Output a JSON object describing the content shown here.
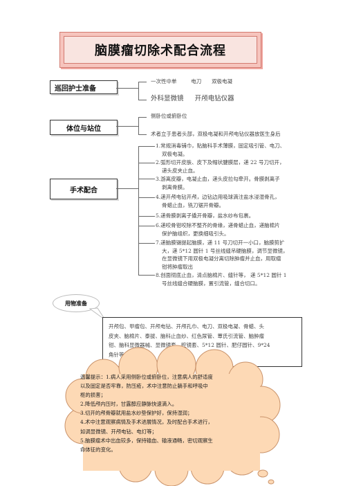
{
  "title": "脑膜瘤切除术配合流程",
  "sections": {
    "prep": "巡回护士准备",
    "position": "体位与站位",
    "surgery": "手术配合"
  },
  "prep_items": [
    "一次性中单",
    "电刀",
    "双极电凝",
    "外科显微镜",
    "开颅电钻仪器"
  ],
  "position_items": [
    "侧卧位或俯卧位",
    "术者立于患者头部，双极电凝和开颅电钻仪器放医生身后"
  ],
  "steps": [
    [
      "1.常规消毒铺巾，贴脑科手术薄膜，固定吸引管、电刀、",
      "双极电凝。"
    ],
    [
      "2.弧形切开皮肤、皮下及帽状腱膜层，递 22 号刀切开，",
      "递头皮夹止血。"
    ],
    [
      "3.游离皮瓣，电凝止血，递头皮拉勾牵开。骨膜剥离子",
      "剥离骨膜。"
    ],
    [
      "4.递开颅电钻开颅，边钻边用吸球滴注盐水浸湿骨孔，",
      "骨蜡止血，铣刀锯开骨瓣。"
    ],
    [
      "5.递骨膜剥离子撬开骨瓣，盐水纱布包裹。"
    ],
    [
      "6.递咬骨钳咬除不整齐的骨缘，递骨蜡止血，递脑棉片",
      "保护脑组织，更换细吸引头。"
    ],
    [
      "7.递脑膜镊提起脑膜，递 11 号刀切开一小口，脑膜剪扩",
      "大，递 5*12 圆针 1 号丝线缝吊硬脑膜，调节显微镜，",
      "在显微镜下用双极电凝分离切除肿瘤并止血，用取瘤",
      "钳将肿瘤取出"
    ],
    [
      "8.创面彻底止血，清点脑棉片、缝针等， 递 5*12 圆针 1",
      "号丝线缝合硬脑膜，置引流管，缝合切口。"
    ]
  ],
  "equipment": {
    "label": "用物准备",
    "lines": [
      "开颅包、甲瘤包、开颅电钻、开颅孔巾、电刀、双极电凝、骨蜡、头",
      "皮夹、脑棉片、泰拔、脑科止血纱、红色尿管、蕈氏引流管、脑肿瘤",
      "钳、脑科显微器械、显微镜套、腔镜套、5*12 圆针、肥仔圆针、9*24",
      "角针等"
    ]
  },
  "tips": [
    "温馨提示：1.病人采用侧卧位或俯卧位，注意病人的舒适度",
    "以及固定是否牢靠，防压疮，术中注意防止躺手和呼吸中",
    "枢的损害；",
    "2.降低颅内压时，甘露醇应静脉快速滴入。",
    "3.切开的颅骨瓣就用盐水纱垫保护好，保持湿润；",
    "4.术中注意观察病情及手术进展情况，及时配合手术进行，",
    "如调显微镜、开颅电钻、电灯等；",
    "5.脑膜瘤术中出血较多，保持输血、输液通畅，密切观察生",
    "命体征的变化。"
  ],
  "colors": {
    "title_fill": "#f6c4bd",
    "title_border": "#d27a70",
    "cloud_fill": "#fdd9b5",
    "cloud_stroke": "#c9926a"
  }
}
